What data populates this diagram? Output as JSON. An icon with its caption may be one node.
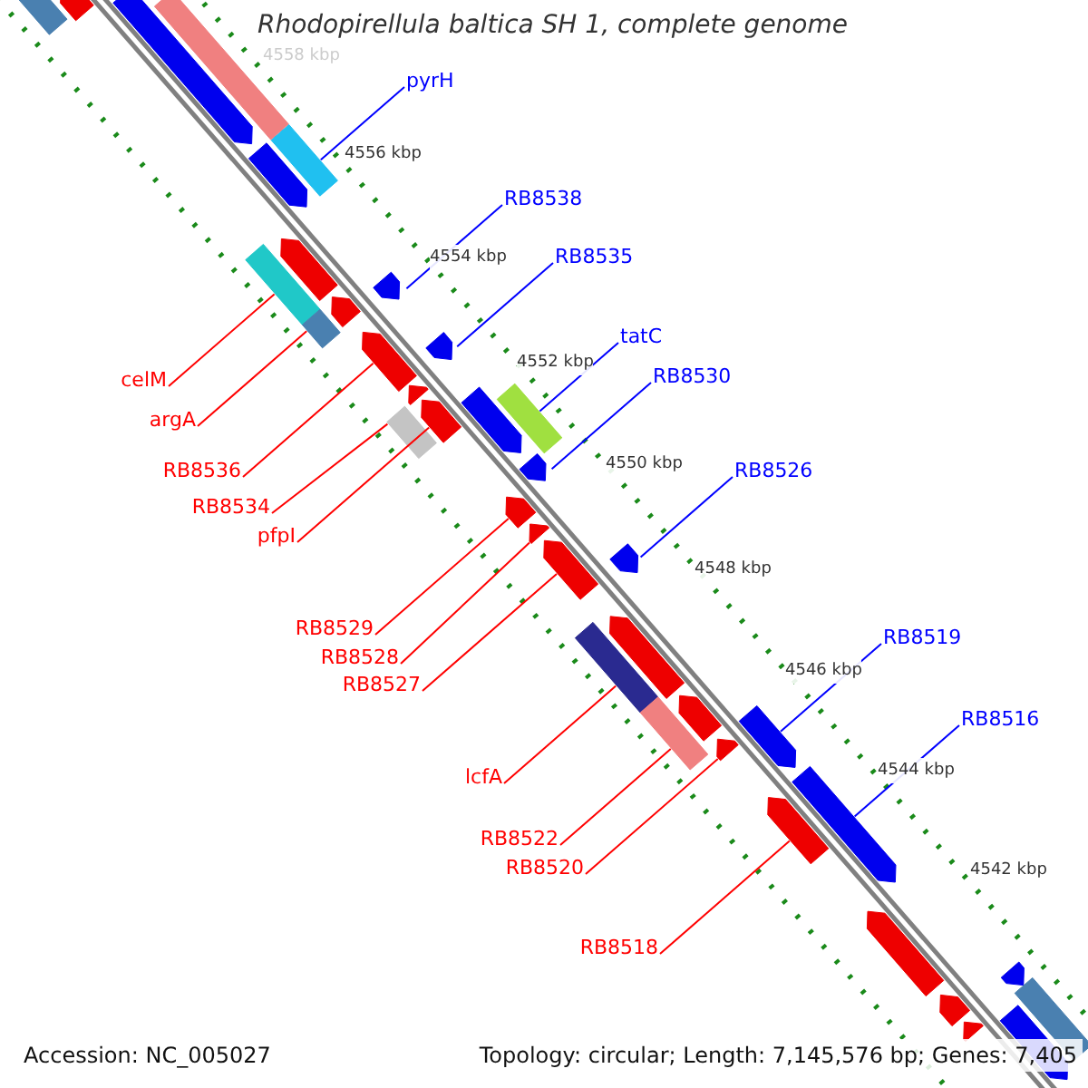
{
  "diagram": {
    "title": "Rhodopirellula baltica SH 1, complete genome",
    "nodes": [
      {
        "text": [
          "pyrH"
        ]
      },
      {
        "text": [
          "RB8538"
        ]
      },
      {
        "text": [
          "RB8535"
        ]
      },
      {
        "text": [
          "tatC"
        ]
      },
      {
        "text": [
          "RB8530"
        ]
      },
      {
        "text": [
          "RB8526"
        ]
      },
      {
        "text": [
          "RB8519"
        ]
      },
      {
        "text": [
          "RB8516"
        ]
      },
      {
        "text": [
          "celM"
        ]
      },
      {
        "text": [
          "argA"
        ]
      },
      {
        "text": [
          "RB8536"
        ]
      },
      {
        "text": [
          "RB8534"
        ]
      },
      {
        "text": [
          "pfpI"
        ]
      },
      {
        "text": [
          "RB8529"
        ]
      },
      {
        "text": [
          "RB8528"
        ]
      },
      {
        "text": [
          "RB8527"
        ]
      },
      {
        "text": [
          "lcfA"
        ]
      },
      {
        "text": [
          "RB8522"
        ]
      },
      {
        "text": [
          "RB8520"
        ]
      },
      {
        "text": [
          "RB8518"
        ]
      },
      {
        "text": [],
        "shape": "box"
      },
      {
        "text": [],
        "shape": "arrow"
      },
      {
        "text": [],
        "shape": "arrow"
      },
      {
        "text": [],
        "shape": "box"
      },
      {
        "text": [],
        "shape": "arrow"
      },
      {
        "text": [],
        "shape": "arrow"
      },
      {
        "text": [],
        "shape": "arrow"
      },
      {
        "text": [],
        "shape": "arrow"
      },
      {
        "text": [],
        "shape": "box"
      },
      {
        "text": [],
        "shape": "box"
      },
      {
        "text": [],
        "shape": "arrow"
      },
      {
        "text": [],
        "shape": "box"
      },
      {
        "text": [],
        "shape": "arrow"
      },
      {
        "text": [],
        "shape": "arrow"
      },
      {
        "text": [],
        "shape": "arrow"
      },
      {
        "text": [],
        "shape": "arrow"
      },
      {
        "text": [],
        "shape": "box"
      },
      {
        "text": [],
        "shape": "box"
      },
      {
        "text": [],
        "shape": "arrow"
      },
      {
        "text": [],
        "shape": "arrow"
      },
      {
        "text": [],
        "shape": "box"
      },
      {
        "text": [],
        "shape": "arrow"
      },
      {
        "text": [],
        "shape": "arrow"
      },
      {
        "text": [],
        "shape": "box"
      },
      {
        "text": [],
        "shape": "arrow"
      },
      {
        "text": [],
        "shape": "arrow"
      },
      {
        "text": [],
        "shape": "arrow"
      },
      {
        "text": [],
        "shape": "arrow"
      },
      {
        "text": [],
        "shape": "arrow"
      },
      {
        "text": [],
        "shape": "arrow"
      },
      {
        "text": [],
        "shape": "arrow"
      },
      {
        "text": [],
        "shape": "arrow"
      },
      {
        "text": [],
        "shape": "arrow"
      },
      {
        "text": [],
        "shape": "arrow"
      },
      {
        "text": [],
        "shape": "arrow"
      },
      {
        "text": [],
        "shape": "arrow"
      },
      {
        "text": [],
        "shape": "box"
      }
    ],
    "edges": [
      {
        "from": 0,
        "to": 20,
        "arrow": "none",
        "color": "#0000ff"
      },
      {
        "from": 1,
        "to": 21,
        "arrow": "none",
        "color": "#0000ff"
      },
      {
        "from": 2,
        "to": 22,
        "arrow": "none",
        "color": "#0000ff"
      },
      {
        "from": 3,
        "to": 23,
        "arrow": "none",
        "color": "#0000ff"
      },
      {
        "from": 4,
        "to": 24,
        "arrow": "none",
        "color": "#0000ff"
      },
      {
        "from": 5,
        "to": 25,
        "arrow": "none",
        "color": "#0000ff"
      },
      {
        "from": 6,
        "to": 26,
        "arrow": "none",
        "color": "#0000ff"
      },
      {
        "from": 7,
        "to": 27,
        "arrow": "none",
        "color": "#0000ff"
      },
      {
        "from": 8,
        "to": 28,
        "arrow": "none"
      },
      {
        "from": 9,
        "to": 29,
        "arrow": "none"
      },
      {
        "from": 10,
        "to": 30,
        "arrow": "none"
      },
      {
        "from": 11,
        "to": 31,
        "arrow": "none"
      },
      {
        "from": 12,
        "to": 32,
        "arrow": "none"
      },
      {
        "from": 13,
        "to": 33,
        "arrow": "none"
      },
      {
        "from": 14,
        "to": 34,
        "arrow": "none"
      },
      {
        "from": 15,
        "to": 35,
        "arrow": "none"
      },
      {
        "from": 16,
        "to": 36,
        "arrow": "none"
      },
      {
        "from": 17,
        "to": 37,
        "arrow": "none"
      },
      {
        "from": 18,
        "to": 38,
        "arrow": "none"
      },
      {
        "from": 19,
        "to": 39,
        "arrow": "none"
      }
    ],
    "labels": [
      "4558 kbp",
      "4556 kbp",
      "4554 kbp",
      "4552 kbp",
      "4550 kbp",
      "4548 kbp",
      "4546 kbp",
      "4544 kbp",
      "4542 kbp",
      "Accession: NC_005027",
      "Topology: circular; Length: 7,145,576 bp; Genes: 7,405"
    ]
  }
}
